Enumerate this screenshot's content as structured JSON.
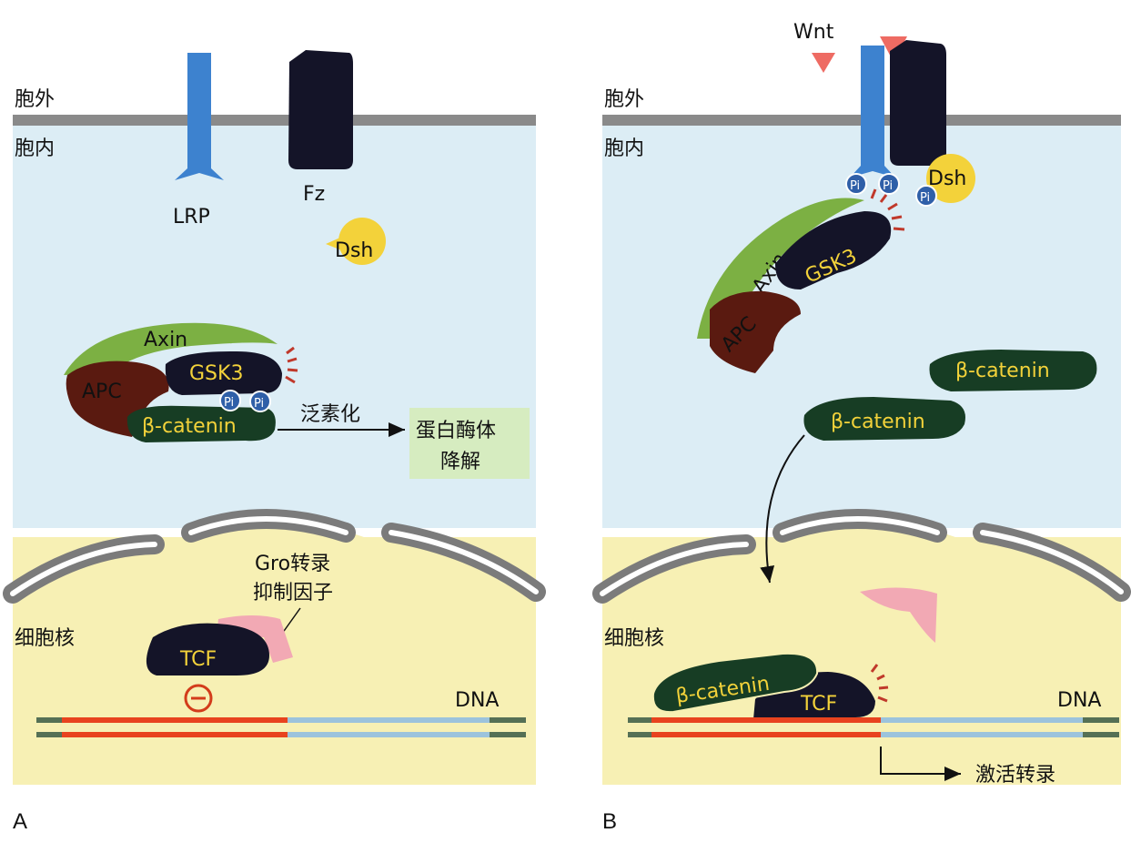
{
  "panels": [
    {
      "letter": "A",
      "extracellular": "胞外",
      "intracellular": "胞内",
      "nucleus": "细胞核",
      "lrp": "LRP",
      "fz": "Fz",
      "dsh": "Dsh",
      "axin": "Axin",
      "apc": "APC",
      "gsk3": "GSK3",
      "pi": "Pi",
      "beta_catenin": "β-catenin",
      "ubiquitination": "泛素化",
      "proteasome_line1": "蛋白酶体",
      "proteasome_line2": "降解",
      "gro_line1": "Gro转录",
      "gro_line2": "抑制因子",
      "tcf": "TCF",
      "dna": "DNA"
    },
    {
      "letter": "B",
      "wnt": "Wnt",
      "extracellular": "胞外",
      "intracellular": "胞内",
      "nucleus": "细胞核",
      "dsh": "Dsh",
      "axin": "Axin",
      "apc": "APC",
      "gsk3": "GSK3",
      "pi": "Pi",
      "beta_catenin": "β-catenin",
      "tcf": "TCF",
      "dna": "DNA",
      "activate": "激活转录"
    }
  ],
  "colors": {
    "cytoplasm": "#dcedf5",
    "nucleoplasm": "#f7f0b4",
    "membrane": "#8a8a8a",
    "lrp": "#3d82cf",
    "dark_protein": "#141428",
    "axin": "#7cb043",
    "apc": "#5a1a10",
    "beta_catenin": "#173d24",
    "dsh": "#f3d23a",
    "gro": "#f2a9b4",
    "dna_active": "#e8431e",
    "dna_inactive": "#9cc3dc",
    "proteasome_box": "#d6ecc0"
  }
}
